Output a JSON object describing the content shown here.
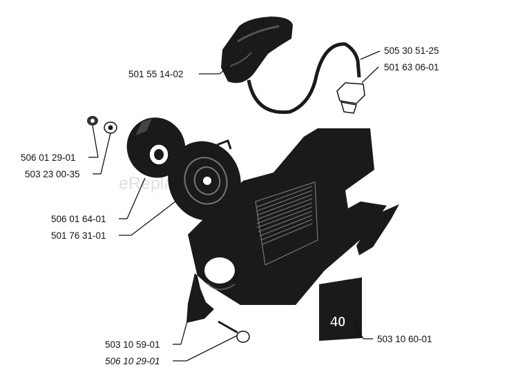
{
  "watermark": "eReplacementParts.com",
  "decal_text": "40",
  "parts": {
    "handle": "501 55 14-02",
    "cord": "505 30 51-25",
    "grommet": "501 63 06-01",
    "nut": "506 01 29-01",
    "washer": "503 23 00-35",
    "pulley": "506 01 64-01",
    "spring": "501 76 31-01",
    "housing": "503 10 59-01",
    "screw": "506 10 29-01",
    "decal": "503 10 60-01"
  },
  "colors": {
    "ink": "#111111",
    "part": "#1a1a1a",
    "background": "#ffffff"
  }
}
